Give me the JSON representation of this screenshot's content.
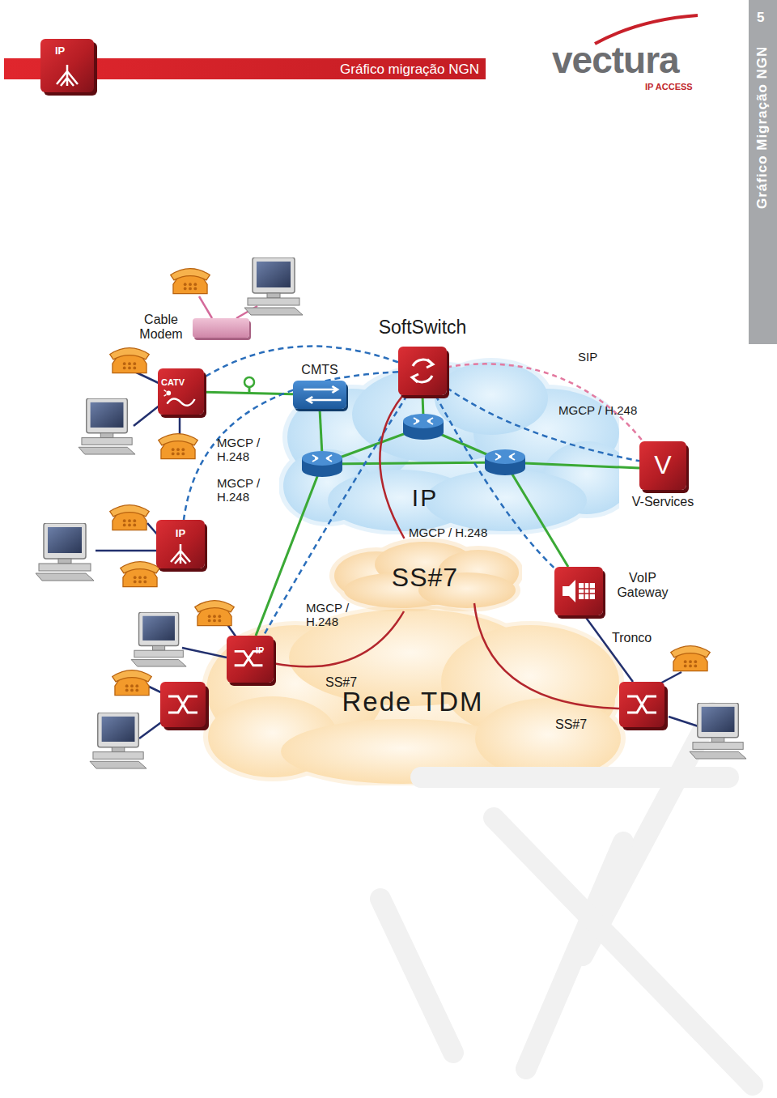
{
  "diagram": {
    "title": "Gráfico migração NGN",
    "nodes": [
      {
        "text": [
          "Cable Modem"
        ]
      },
      {
        "text": [
          "CATV"
        ]
      },
      {
        "text": [
          "CMTS"
        ]
      },
      {
        "text": [
          "SoftSwitch"
        ]
      },
      {
        "text": [
          "IP"
        ]
      },
      {
        "text": [
          "V",
          "V-Services"
        ]
      },
      {
        "text": [
          "IP"
        ]
      },
      {
        "text": [
          "SS#7"
        ]
      },
      {
        "text": [
          "VoIP Gateway"
        ]
      },
      {
        "text": [
          "Rede TDM"
        ]
      },
      {
        "text": [
          "IP"
        ]
      }
    ],
    "edges": [
      {
        "from": 1,
        "to": 2,
        "arrow": "none"
      },
      {
        "from": 3,
        "to": 1,
        "arrow": "none",
        "label": "MGCP / H.248"
      },
      {
        "from": 3,
        "to": 6,
        "arrow": "none",
        "label": "MGCP / H.248"
      },
      {
        "from": 3,
        "to": 5,
        "arrow": "none",
        "label": "SIP"
      },
      {
        "from": 3,
        "to": 5,
        "arrow": "none",
        "label": "MGCP / H.248"
      },
      {
        "from": 3,
        "to": 8,
        "arrow": "none",
        "label": "MGCP / H.248"
      },
      {
        "from": 3,
        "to": 10,
        "arrow": "none",
        "label": "MGCP / H.248"
      },
      {
        "from": 3,
        "to": 7,
        "arrow": "none"
      },
      {
        "from": 7,
        "to": 10,
        "arrow": "none"
      }
    ],
    "labels": [
      "IP",
      "vectura",
      "IP ACCESS",
      "5",
      "Gráfico Migração NGN",
      "SS#7",
      "SS#7",
      "Tronco"
    ]
  }
}
